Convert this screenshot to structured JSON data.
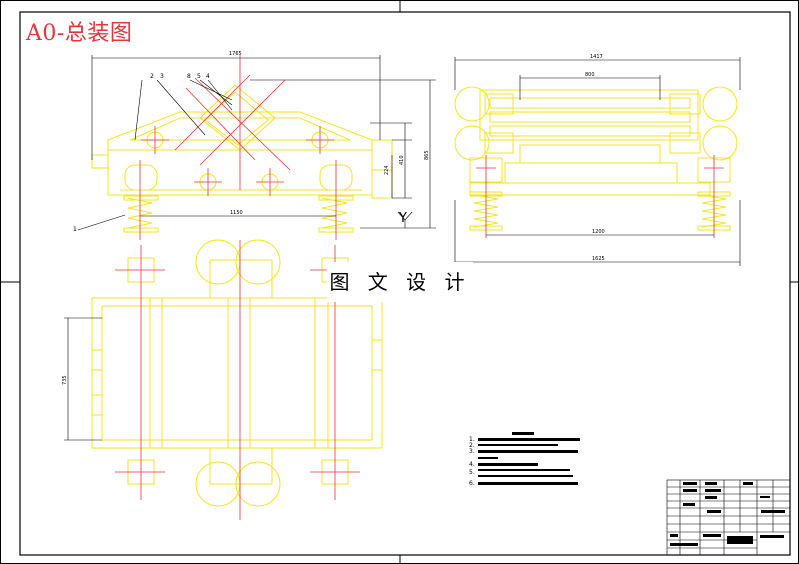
{
  "drawing": {
    "title": "A0-总装图",
    "watermark": "图 文 设 计"
  },
  "front_view": {
    "dims": {
      "top_length": "1765",
      "bottom_length": "1150",
      "height_small": "224",
      "height_mid": "410",
      "height_total": "865"
    },
    "part_labels": [
      "2",
      "3",
      "8",
      "5",
      "4",
      "1"
    ],
    "axis_label": "Y"
  },
  "side_view": {
    "dims": {
      "top_width": "1417",
      "inner_width": "800",
      "base_width": "1200",
      "overall_width": "1625"
    }
  },
  "plan_view": {
    "dims": {
      "left_height": "735"
    }
  },
  "notes": {
    "heading": "技术要求",
    "items": [
      "1.",
      "2.",
      "3.",
      "4.",
      "5.",
      "6."
    ]
  },
  "colors": {
    "part": "#f5e61c",
    "center": "#e8343a",
    "dim": "#000000",
    "border": "#000000"
  }
}
